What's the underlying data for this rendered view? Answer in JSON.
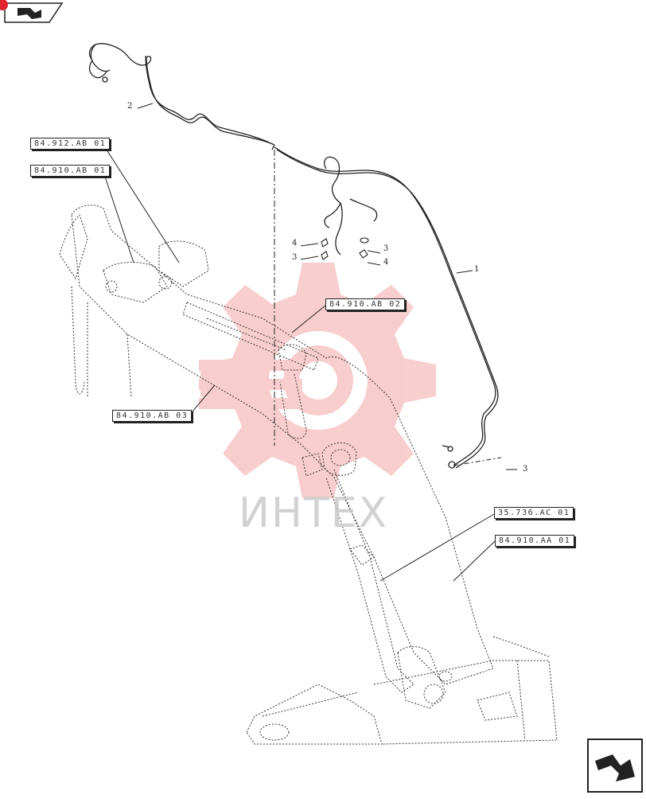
{
  "refs": [
    {
      "id": "ref-84912ab01",
      "label": "84.912.AB 01"
    },
    {
      "id": "ref-84910ab01",
      "label": "84.910.AB 01"
    },
    {
      "id": "ref-84910ab02",
      "label": "84.910.AB 02"
    },
    {
      "id": "ref-84910ab03",
      "label": "84.910.AB 03"
    },
    {
      "id": "ref-35736ac01",
      "label": "35.736.AC 01"
    },
    {
      "id": "ref-84910aa01",
      "label": "84.910.AA 01"
    }
  ],
  "callouts": {
    "c1": "1",
    "c2": "2",
    "c3a": "3",
    "c3b": "3",
    "c3c": "3",
    "c4a": "4",
    "c4b": "4"
  },
  "watermark": "ИНТЕХ",
  "colors": {
    "line": "#222222",
    "watermark_red": "#f3a5a5",
    "badge": "#e0252f"
  },
  "icons": {
    "top_nav": "arrow-icon",
    "bottom_nav": "arrow-icon"
  }
}
